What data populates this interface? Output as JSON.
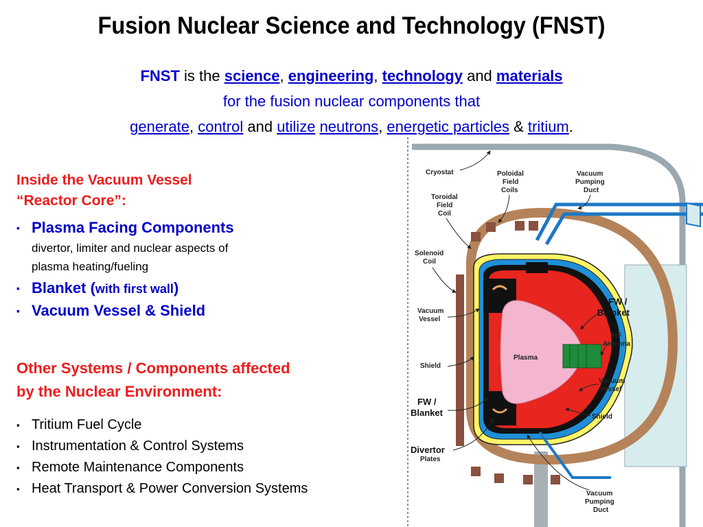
{
  "title": "Fusion Nuclear Science and Technology (FNST)",
  "definition": {
    "fnst": "FNST",
    "is_the": " is the ",
    "science": "science",
    "comma1": ", ",
    "engineering": "engineering",
    "comma2": ", ",
    "technology": "technology",
    "and1": " and ",
    "materials": "materials",
    "line2": "for the fusion nuclear components that",
    "generate": "generate",
    "comma3": ", ",
    "control": "control",
    "and2": " and ",
    "utilize": "utilize",
    "space1": " ",
    "neutrons": "neutrons",
    "comma4": ", ",
    "energetic_particles": "energetic particles",
    "amp": " & ",
    "tritium": "tritium",
    "period": "."
  },
  "section1": {
    "heading_line1": "Inside the Vacuum Vessel",
    "heading_line2": "“Reactor Core”:",
    "items": [
      {
        "label": "Plasma Facing Components",
        "sub1": "divertor, limiter and nuclear aspects of",
        "sub2": "plasma heating/fueling"
      },
      {
        "label": "Blanket (",
        "label_small": "with first wall",
        "label_end": ")"
      },
      {
        "label": "Vacuum Vessel & Shield"
      }
    ]
  },
  "section2": {
    "heading_line1": "Other Systems / Components affected",
    "heading_line2": "by the Nuclear Environment:",
    "items": [
      "Tritium Fuel Cycle",
      "Instrumentation & Control Systems",
      "Remote Maintenance Components",
      "Heat Transport & Power Conversion Systems"
    ]
  },
  "bullet_glyph": "▪",
  "diagram": {
    "labels": {
      "cryostat": "Cryostat",
      "poloidal1": "Poloidal",
      "poloidal2": "Field",
      "poloidal3": "Coils",
      "vpd_top1": "Vacuum",
      "vpd_top2": "Pumping",
      "vpd_top3": "Duct",
      "toroidal1": "Toroidal",
      "toroidal2": "Field",
      "toroidal3": "Coil",
      "solenoid1": "Solenoid",
      "solenoid2": "Coil",
      "vv_left1": "Vacuum",
      "vv_left2": "Vessel",
      "shield_left": "Shield",
      "fw_left1": "FW /",
      "fw_left2": "Blanket",
      "divertor1": "Divertor",
      "divertor2": "Plates",
      "plasma": "Plasma",
      "fw_right1": "FW /",
      "fw_right2": "Blanket",
      "rf1": "RF",
      "rf2": "Antenna",
      "vv_right1": "Vacuum",
      "vv_right2": "Vessel",
      "shield_right": "Shield",
      "vpd_bot1": "Vacuum",
      "vpd_bot2": "Pumping",
      "vpd_bot3": "Duct"
    },
    "colors": {
      "cryostat": "#9aa8b0",
      "tf_coil": "#b5835a",
      "vessel_fill": "#d7ecec",
      "yellow_shield": "#fff566",
      "blue_vessel": "#1f8fd8",
      "black_layer": "#111111",
      "red_blanket": "#e8251e",
      "plasma": "#f4b6cf",
      "duct": "#1b78c4",
      "antenna": "#1e8c3a",
      "coil_box": "#8a5040"
    }
  }
}
